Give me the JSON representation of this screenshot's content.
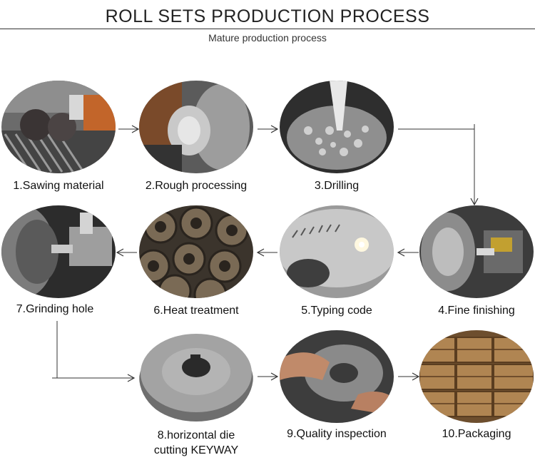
{
  "header": {
    "title": "ROLL SETS PRODUCTION PROCESS",
    "subtitle": "Mature production process"
  },
  "steps": [
    {
      "label": "1.Sawing material"
    },
    {
      "label": "2.Rough processing"
    },
    {
      "label": "3.Drilling"
    },
    {
      "label": "4.Fine finishing"
    },
    {
      "label": "5.Typing code"
    },
    {
      "label": "6.Heat treatment"
    },
    {
      "label": "7.Grinding hole"
    },
    {
      "label": "8.horizontal die",
      "label2": "cutting KEYWAY"
    },
    {
      "label": "9.Quality inspection"
    },
    {
      "label": "10.Packaging"
    }
  ]
}
